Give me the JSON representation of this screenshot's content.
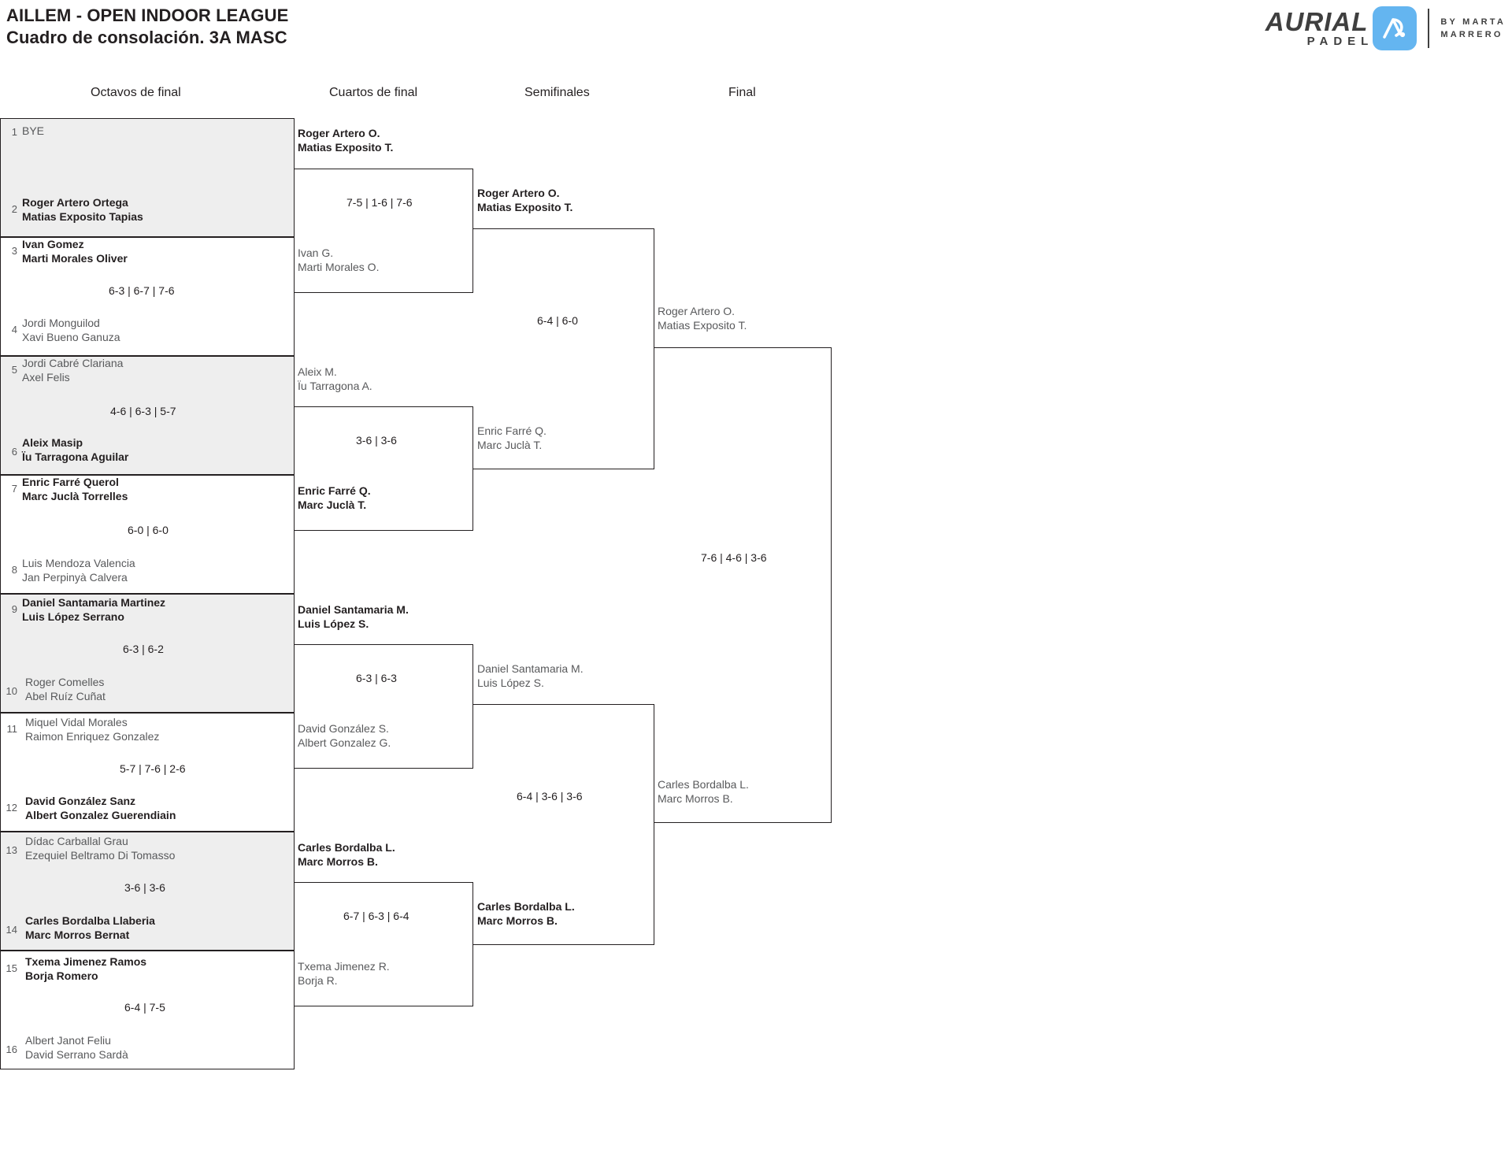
{
  "header": {
    "title_line1": "AILLEM - OPEN INDOOR LEAGUE",
    "title_line2": "Cuadro de consolación. 3A MASC"
  },
  "logo": {
    "brand": "AURIAL",
    "sub": "PADEL",
    "by_line1": "BY MARTA",
    "by_line2": "MARRERO",
    "mark_color": "#64b5f0",
    "word_color": "#3f3f3f"
  },
  "rounds": [
    {
      "id": "r16",
      "label": "Octavos de final"
    },
    {
      "id": "qf",
      "label": "Cuartos de final"
    },
    {
      "id": "sf",
      "label": "Semifinales"
    },
    {
      "id": "f",
      "label": "Final"
    }
  ],
  "bracket": {
    "round_of_16": [
      {
        "seed": "1",
        "line1": "BYE",
        "line2": "",
        "state": "bye"
      },
      {
        "seed": "2",
        "line1": "Roger Artero Ortega",
        "line2": "Matias Exposito Tapias",
        "state": "win"
      },
      {
        "seed": "3",
        "line1": "Ivan Gomez",
        "line2": "Marti Morales Oliver",
        "state": "win"
      },
      {
        "seed": "4",
        "line1": "Jordi Monguilod",
        "line2": "Xavi Bueno Ganuza",
        "state": "lose"
      },
      {
        "seed": "5",
        "line1": "Jordi Cabré Clariana",
        "line2": "Axel Felis",
        "state": "lose"
      },
      {
        "seed": "6",
        "line1": "Aleix Masip",
        "line2": "Ïu Tarragona Aguilar",
        "state": "win"
      },
      {
        "seed": "7",
        "line1": "Enric Farré Querol",
        "line2": "Marc Juclà Torrelles",
        "state": "win"
      },
      {
        "seed": "8",
        "line1": "Luis Mendoza Valencia",
        "line2": "Jan Perpinyà Calvera",
        "state": "lose"
      },
      {
        "seed": "9",
        "line1": "Daniel Santamaria Martinez",
        "line2": "Luis López Serrano",
        "state": "win"
      },
      {
        "seed": "10",
        "line1": "Roger Comelles",
        "line2": "Abel Ruíz Cuñat",
        "state": "lose"
      },
      {
        "seed": "11",
        "line1": "Miquel Vidal Morales",
        "line2": "Raimon Enriquez Gonzalez",
        "state": "lose"
      },
      {
        "seed": "12",
        "line1": "David González Sanz",
        "line2": "Albert Gonzalez Guerendiain",
        "state": "win"
      },
      {
        "seed": "13",
        "line1": "Dídac Carballal Grau",
        "line2": "Ezequiel Beltramo Di Tomasso",
        "state": "lose"
      },
      {
        "seed": "14",
        "line1": "Carles Bordalba Llaberia",
        "line2": "Marc Morros Bernat",
        "state": "win"
      },
      {
        "seed": "15",
        "line1": "Txema Jimenez Ramos",
        "line2": "Borja Romero",
        "state": "win"
      },
      {
        "seed": "16",
        "line1": "Albert Janot Feliu",
        "line2": "David Serrano Sardà",
        "state": "lose"
      }
    ],
    "round_of_16_scores": [
      "6-3 | 6-7 | 7-6",
      "4-6 | 6-3 | 5-7",
      "6-0 | 6-0",
      "6-3 | 6-2",
      "5-7 | 7-6 | 2-6",
      "3-6 | 3-6",
      "6-4 | 7-5"
    ],
    "quarter_finals": [
      {
        "line1": "Roger Artero O.",
        "line2": "Matias Exposito T.",
        "state": "win"
      },
      {
        "line1": "Ivan G.",
        "line2": "Marti Morales O.",
        "state": "lose"
      },
      {
        "line1": "Aleix M.",
        "line2": "Ïu Tarragona A.",
        "state": "lose"
      },
      {
        "line1": "Enric Farré Q.",
        "line2": "Marc Juclà T.",
        "state": "win"
      },
      {
        "line1": "Daniel Santamaria M.",
        "line2": "Luis López S.",
        "state": "win"
      },
      {
        "line1": "David González S.",
        "line2": "Albert Gonzalez G.",
        "state": "lose"
      },
      {
        "line1": "Carles Bordalba L.",
        "line2": "Marc Morros B.",
        "state": "win"
      },
      {
        "line1": "Txema Jimenez R.",
        "line2": "Borja R.",
        "state": "lose"
      }
    ],
    "quarter_final_scores": [
      "7-5 | 1-6 | 7-6",
      "3-6 | 3-6",
      "6-3 | 6-3",
      "6-7 | 6-3 | 6-4"
    ],
    "semi_finals": [
      {
        "line1": "Roger Artero O.",
        "line2": "Matias Exposito T.",
        "state": "win"
      },
      {
        "line1": "Enric Farré Q.",
        "line2": "Marc Juclà T.",
        "state": "lose"
      },
      {
        "line1": "Daniel Santamaria M.",
        "line2": "Luis López S.",
        "state": "lose"
      },
      {
        "line1": "Carles Bordalba L.",
        "line2": "Marc Morros B.",
        "state": "win"
      }
    ],
    "semi_final_scores": [
      "6-4 | 6-0",
      "6-4 | 3-6 | 3-6"
    ],
    "final": [
      {
        "line1": "Roger Artero O.",
        "line2": "Matias Exposito T.",
        "state": "lose"
      },
      {
        "line1": "Carles Bordalba L.",
        "line2": "Marc Morros B.",
        "state": "lose"
      }
    ],
    "final_scores": [
      "7-6 | 4-6 | 3-6"
    ]
  }
}
